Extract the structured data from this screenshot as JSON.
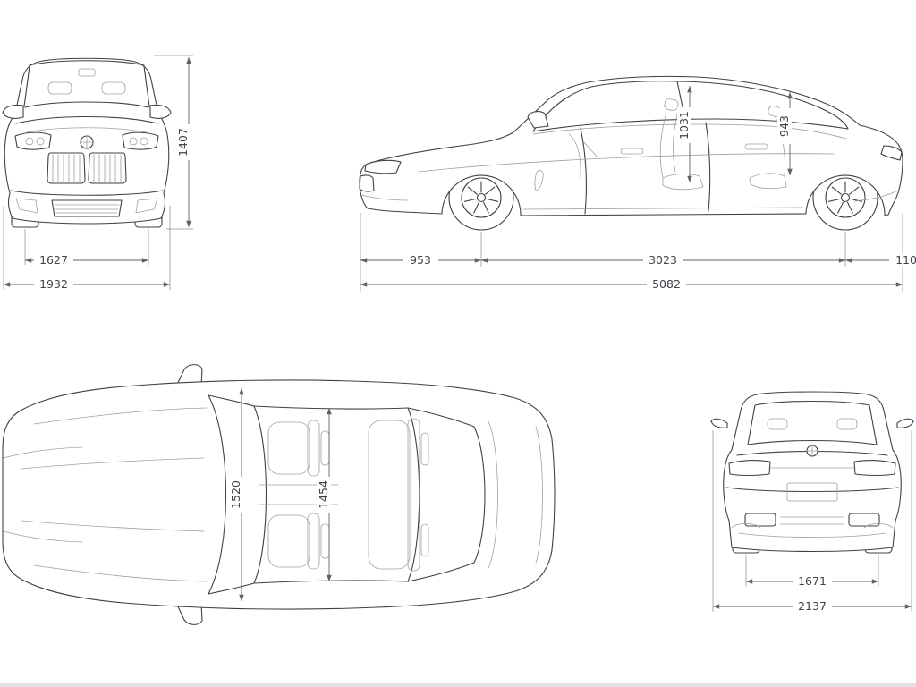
{
  "colors": {
    "car_line": "#3d4248",
    "detail_line": "#9aa0a6",
    "dimension_line": "#5f6368",
    "label_text": "#3f4449",
    "background": "#ffffff"
  },
  "views": {
    "front": {
      "height": "1407",
      "track": "1627",
      "overall_width": "1932"
    },
    "side": {
      "front_headroom": "1031",
      "rear_headroom": "943",
      "front_overhang": "953",
      "wheelbase": "3023",
      "rear_overhang": "110",
      "overall_length": "5082"
    },
    "top": {
      "front_interior_width": "1520",
      "rear_interior_width": "1454"
    },
    "rear": {
      "rear_track": "1671",
      "overall_width": "2137"
    }
  }
}
